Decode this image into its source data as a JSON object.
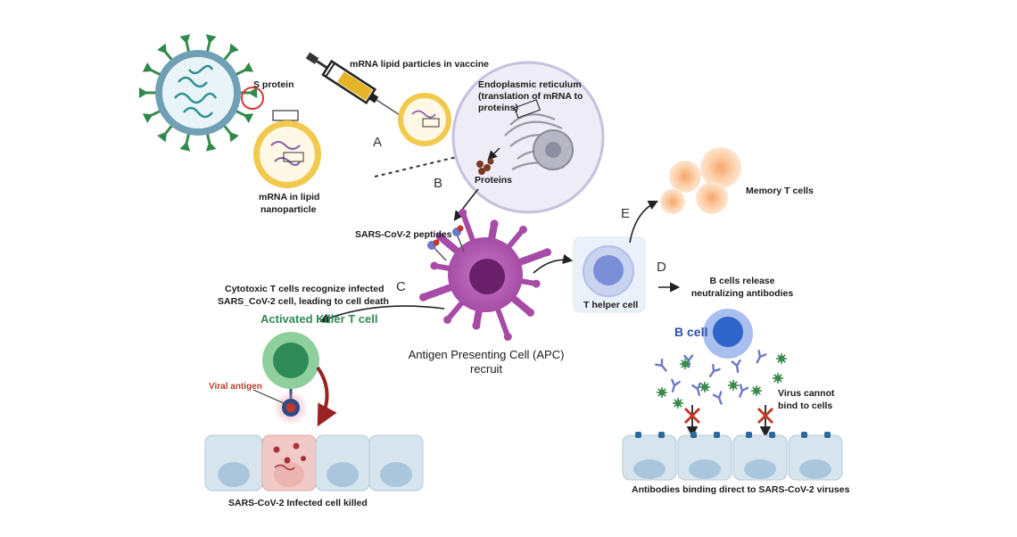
{
  "labels": {
    "s_protein": "S protein",
    "mrna_vaccine": "mRNA lipid particles in vaccine",
    "er_line1": "Endoplasmic reticulum",
    "er_line2": "(translation of mRNA to",
    "er_line3": "proteins)",
    "proteins": "Proteins",
    "mrna_np_line1": "mRNA in lipid",
    "mrna_np_line2": "nanoparticle",
    "memory_t": "Memory T cells",
    "sars_peptides": "SARS-CoV-2 peptides",
    "cytotoxic_line1": "Cytotoxic T cells recognize infected",
    "cytotoxic_line2": "SARS_CoV-2 cell, leading to cell death",
    "killer_t": "Activated Killer  T cell",
    "t_helper": "T helper cell",
    "b_release_line1": "B cells release",
    "b_release_line2": "neutralizing antibodies",
    "b_cell": "B cell",
    "viral_antigen": "Viral antigen",
    "apc_line1": "Antigen Presenting Cell (APC)",
    "apc_line2": "recruit",
    "virus_cannot_line1": "Virus cannot",
    "virus_cannot_line2": "bind to cells",
    "infected_killed": "SARS-CoV-2  Infected cell killed",
    "antibodies_binding": "Antibodies binding direct to SARS-CoV-2 viruses"
  },
  "steps": {
    "a": "A",
    "b": "B",
    "c": "C",
    "d": "D",
    "e": "E"
  },
  "colors": {
    "virus_spike": "#3a8a4a",
    "lipid_shell": "#f2c94c",
    "apc": "#a64ca6",
    "killer_t": "#2e8b57",
    "b_cell": "#2f64c8",
    "t_helper": "#7b8fd8",
    "memory_t": "#f4b27a",
    "epithelium": "#d6e4ee",
    "infected": "#f1c9c6",
    "red_mark": "#c0392b"
  }
}
